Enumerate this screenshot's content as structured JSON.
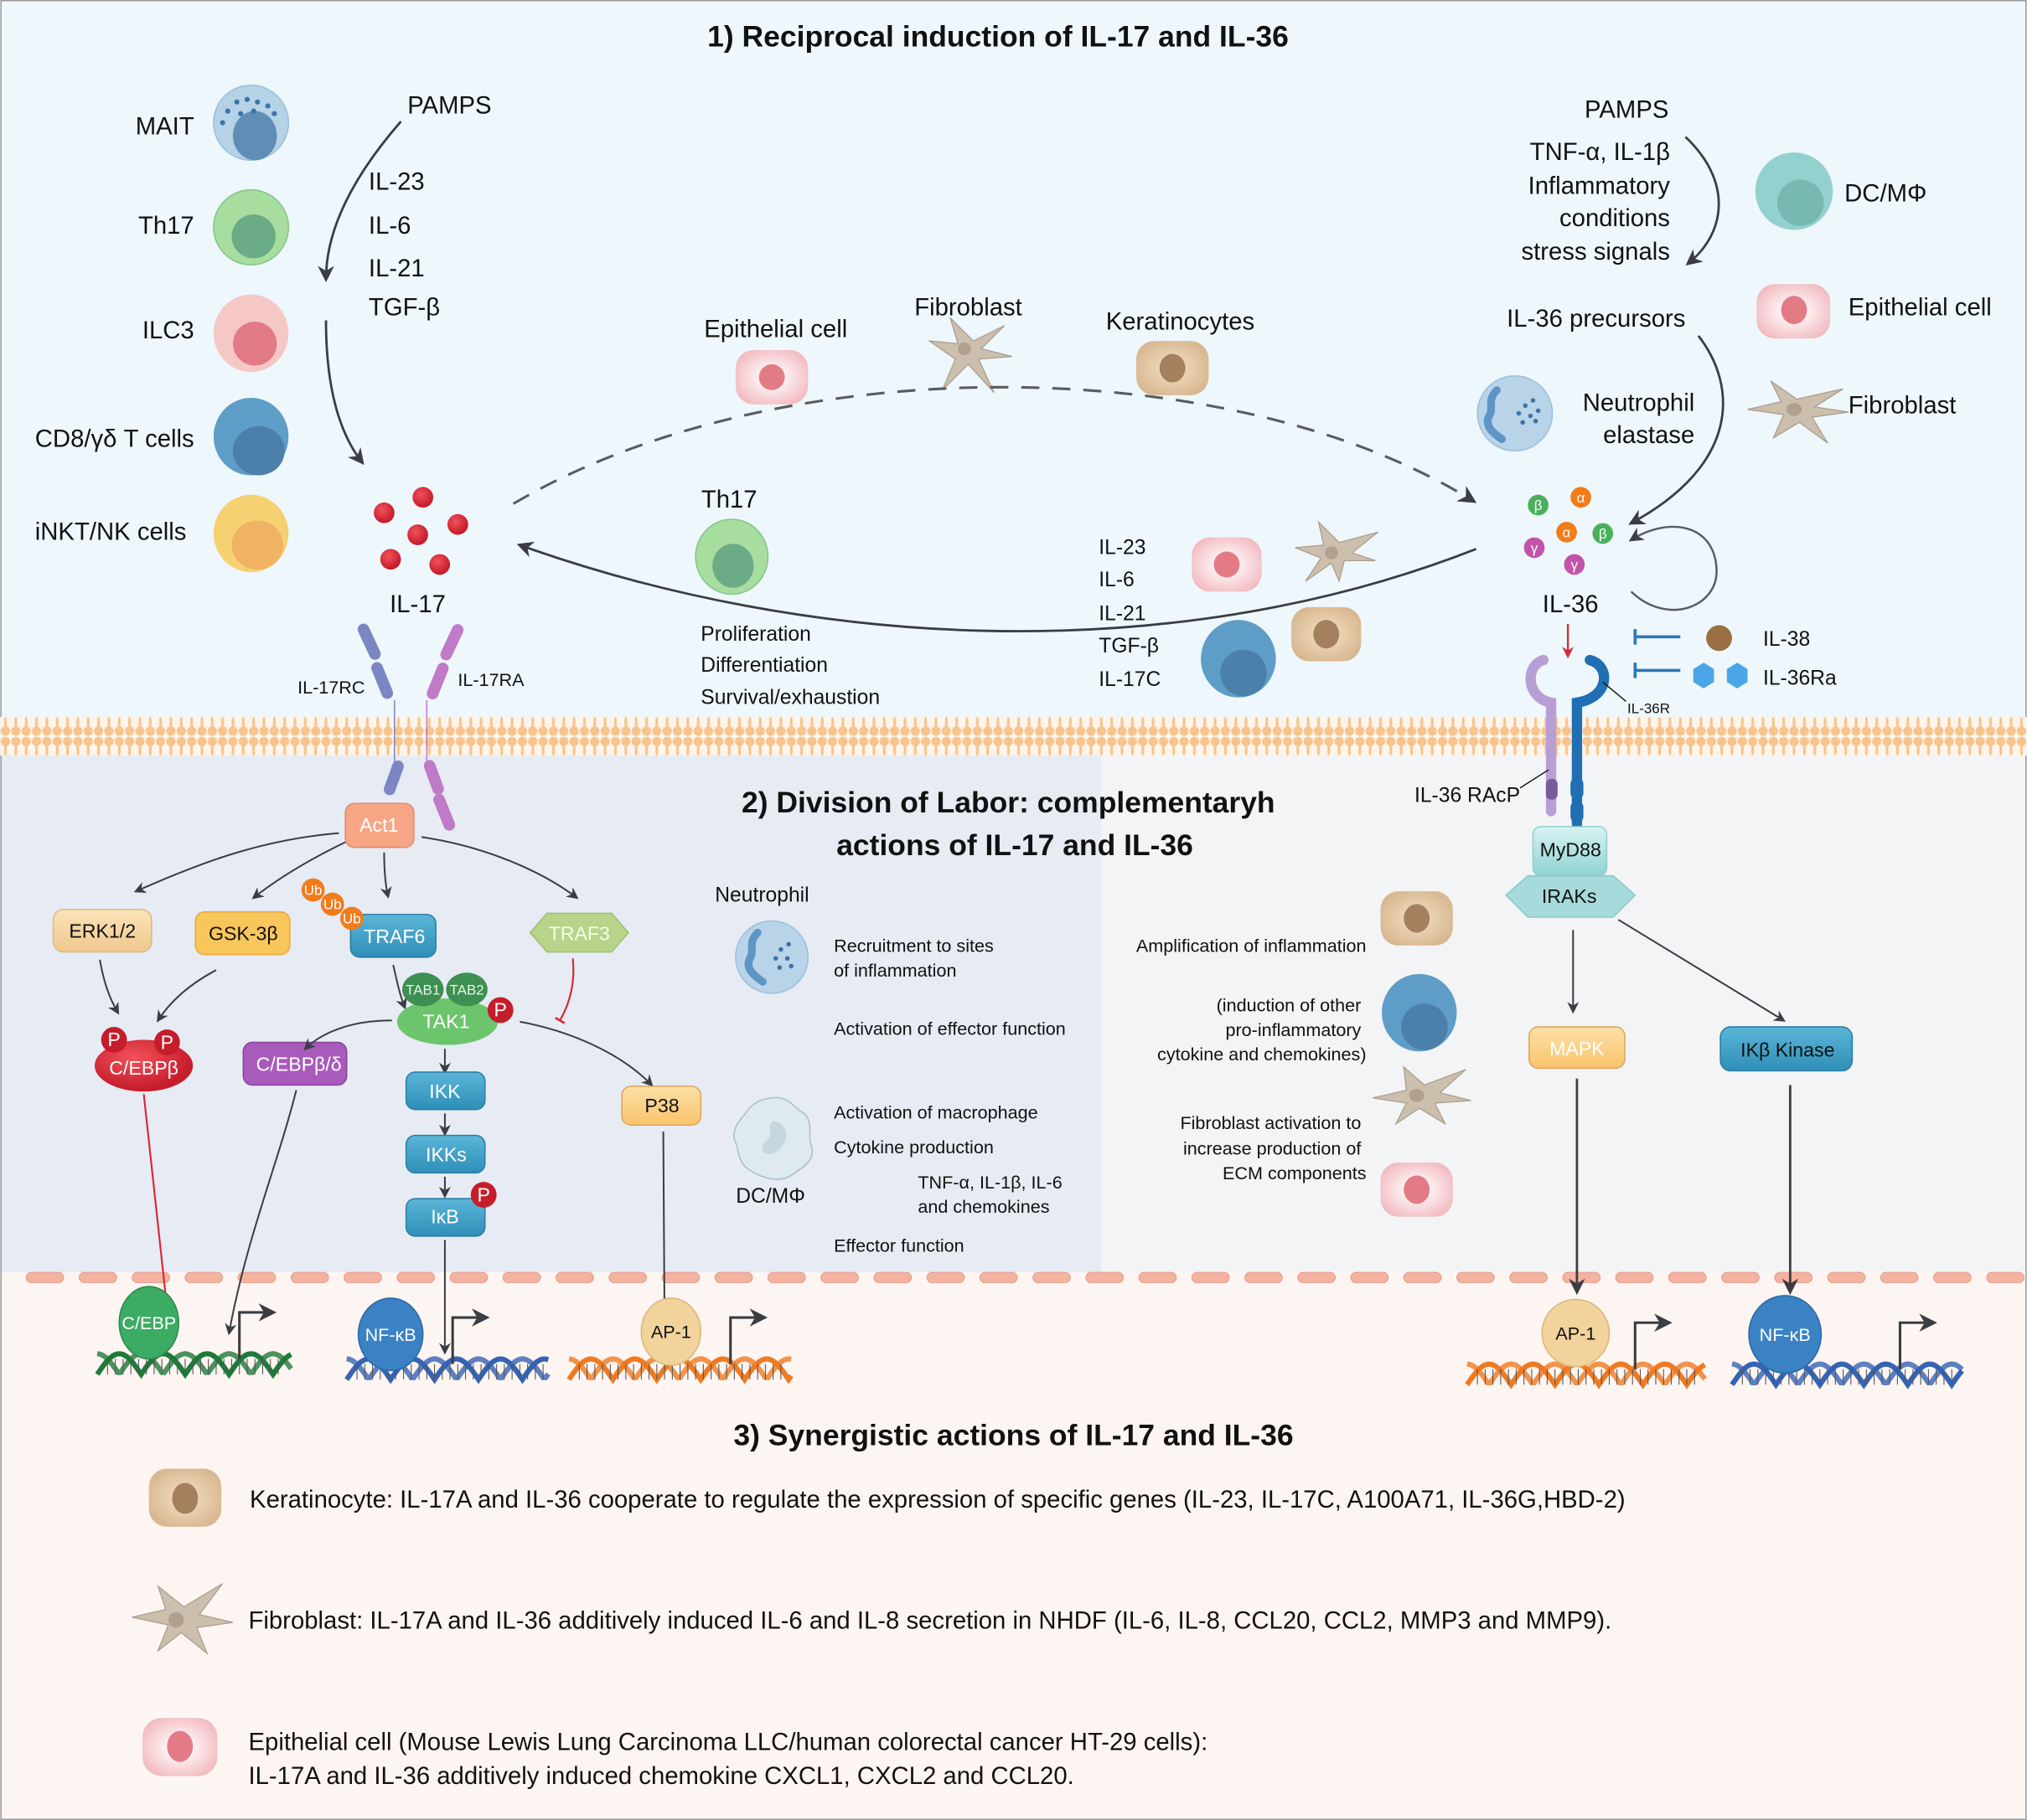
{
  "colors": {
    "top_bg": "#eef7fb",
    "mid_left_bg": "#e6ebf4",
    "mid_right_bg": "#f3f4f6",
    "bottom_bg": "#fdf5f1",
    "membrane": "#f7c48e",
    "nuclear_membrane": "#f4b2a0",
    "il17_dot": "#e0323f",
    "inhibit_red": "#d62a36",
    "inhibit_blue": "#2e78b5"
  },
  "section1": {
    "title": "1) Reciprocal induction of IL-17 and IL-36",
    "left_cells": [
      {
        "label": "MAIT",
        "icon": "mait-cell-icon"
      },
      {
        "label": "Th17",
        "icon": "th17-cell-icon"
      },
      {
        "label": "ILC3",
        "icon": "ilc3-cell-icon"
      },
      {
        "label": "CD8/γδ T cells",
        "icon": "cd8-t-cell-icon"
      },
      {
        "label": "iNKT/NK cells",
        "icon": "inkt-nk-cell-icon"
      }
    ],
    "left_stimuli": {
      "pamps": "PAMPS",
      "cytokines": [
        "IL-23",
        "IL-6",
        "IL-21",
        "TGF-β"
      ]
    },
    "il17_label": "IL-17",
    "il17_receptors": {
      "rc": "IL-17RC",
      "ra": "IL-17RA"
    },
    "middle_cells": {
      "epithelial": "Epithelial cell",
      "fibroblast": "Fibroblast",
      "keratinocytes": "Keratinocytes",
      "th17": "Th17"
    },
    "th17_effects": [
      "Proliferation",
      "Differentiation",
      "Survival/exhaustion"
    ],
    "middle_cytokines": [
      "IL-23",
      "IL-6",
      "IL-21",
      "TGF-β",
      "IL-17C"
    ],
    "right_stimuli": {
      "pamps": "PAMPS",
      "lines": [
        "TNF-α, IL-1β",
        "Inflammatory",
        "conditions",
        "stress signals"
      ],
      "precursors": "IL-36 precursors",
      "neutrophil": [
        "Neutrophil",
        "elastase"
      ]
    },
    "right_cells": [
      {
        "label": "DC/MΦ",
        "icon": "dc-macrophage-icon"
      },
      {
        "label": "Epithelial cell",
        "icon": "epithelial-cell-icon"
      },
      {
        "label": "Fibroblast",
        "icon": "fibroblast-icon"
      }
    ],
    "il36_label": "IL-36",
    "il36_subunits": [
      "β",
      "α",
      "α",
      "β",
      "γ",
      "γ"
    ],
    "inhibitors": [
      {
        "label": "IL-38"
      },
      {
        "label": "IL-36Ra"
      }
    ],
    "il36_receptor": "IL-36R",
    "il36_racp": "IL-36 RAcP"
  },
  "section2": {
    "title_line1": "2) Division of Labor: complementaryh",
    "title_line2": "actions of IL-17 and IL-36",
    "il17_pathway": {
      "act1": "Act1",
      "erk": "ERK1/2",
      "gsk": "GSK-3β",
      "traf6": "TRAF6",
      "traf3": "TRAF3",
      "ub": "Ub",
      "tab1": "TAB1",
      "tab2": "TAB2",
      "tak1": "TAK1",
      "p": "P",
      "cebpb": "C/EBPβ",
      "cebpbd": "C/EBPβ/δ",
      "ikk": "IKK",
      "ikks": "IKKs",
      "ikb": "IκB",
      "p38": "P38"
    },
    "il36_pathway": {
      "myd88": "MyD88",
      "iraks": "IRAKs",
      "mapk": "MAPK",
      "ikbk": "IKβ Kinase"
    },
    "neutrophil_label": "Neutrophil",
    "neutrophil_effects": [
      "Recruitment to sites",
      "of inflammation",
      "Activation of effector function"
    ],
    "dc_label": "DC/MΦ",
    "dc_effects": [
      "Activation of macrophage",
      "Cytokine production",
      "TNF-α, IL-1β, IL-6",
      "and chemokines",
      "Effector function"
    ],
    "right_effects": {
      "amplification": "Amplification of inflammation",
      "induction": [
        "(induction of other",
        "pro-inflammatory",
        "cytokine and chemokines)"
      ],
      "fibroblast": [
        "Fibroblast activation to",
        "increase production of",
        "ECM components"
      ]
    },
    "transcription_factors": [
      "C/EBP",
      "NF-κB",
      "AP-1",
      "AP-1",
      "NF-κB"
    ]
  },
  "section3": {
    "title": "3) Synergistic actions of IL-17 and IL-36",
    "items": [
      {
        "icon": "keratinocyte-icon",
        "lines": [
          "Keratinocyte: IL-17A and IL-36 cooperate to regulate the expression of specific genes (IL-23, IL-17C, A100A71, IL-36G,HBD-2)"
        ]
      },
      {
        "icon": "fibroblast-icon",
        "lines": [
          "Fibroblast: IL-17A and IL-36 additively induced IL-6 and IL-8 secretion in NHDF (IL-6, IL-8, CCL20, CCL2, MMP3 and MMP9)."
        ]
      },
      {
        "icon": "epithelial-cell-icon",
        "lines": [
          "Epithelial cell (Mouse Lewis Lung Carcinoma LLC/human colorectal cancer HT-29 cells):",
          "IL-17A and IL-36 additively induced chemokine CXCL1, CXCL2 and CCL20."
        ]
      }
    ]
  }
}
